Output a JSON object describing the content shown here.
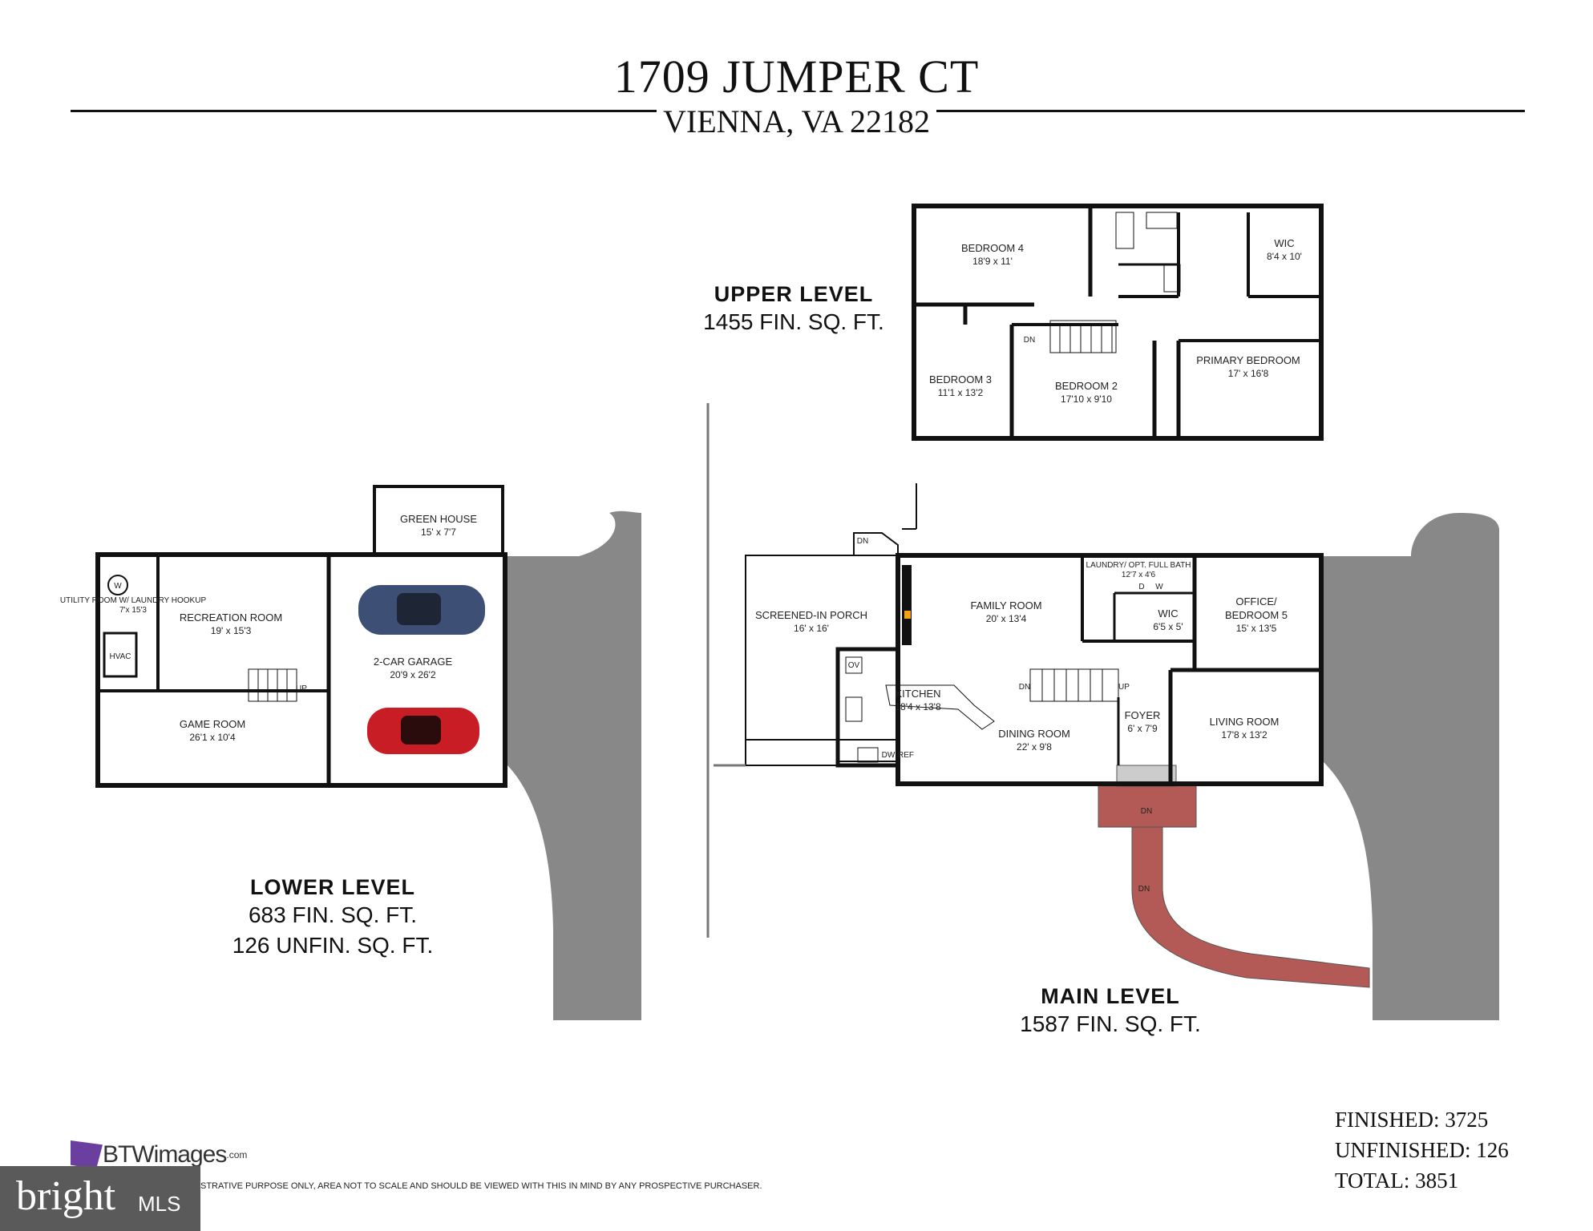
{
  "header": {
    "title": "1709 JUMPER CT",
    "subtitle": "VIENNA, VA 22182"
  },
  "levels": {
    "upper": {
      "name": "UPPER LEVEL",
      "fin": "1455 FIN. SQ. FT."
    },
    "lower": {
      "name": "LOWER LEVEL",
      "fin": "683 FIN. SQ. FT.",
      "unfin": "126 UNFIN. SQ. FT."
    },
    "main": {
      "name": "MAIN LEVEL",
      "fin": "1587 FIN. SQ. FT."
    }
  },
  "rooms": {
    "bedroom4": {
      "name": "BEDROOM 4",
      "dim": "18'9 x 11'"
    },
    "wic_upper": {
      "name": "WIC",
      "dim": "8'4 x 10'"
    },
    "primary": {
      "name": "PRIMARY BEDROOM",
      "dim": "17' x 16'8"
    },
    "bedroom3": {
      "name": "BEDROOM 3",
      "dim": "11'1 x 13'2"
    },
    "bedroom2": {
      "name": "BEDROOM 2",
      "dim": "17'10 x 9'10"
    },
    "greenhouse": {
      "name": "GREEN HOUSE",
      "dim": "15' x 7'7"
    },
    "utility": {
      "name": "UTILITY ROOM W/ LAUNDRY HOOKUP",
      "dim": "7'x 15'3"
    },
    "recreation": {
      "name": "RECREATION ROOM",
      "dim": "19' x 15'3"
    },
    "garage": {
      "name": "2-CAR GARAGE",
      "dim": "20'9 x 26'2"
    },
    "gameroom": {
      "name": "GAME ROOM",
      "dim": "26'1 x 10'4"
    },
    "porch": {
      "name": "SCREENED-IN PORCH",
      "dim": "16' x 16'"
    },
    "family": {
      "name": "FAMILY ROOM",
      "dim": "20' x 13'4"
    },
    "laundry": {
      "name": "LAUNDRY/ OPT. FULL BATH",
      "dim": "12'7 x 4'6"
    },
    "wic_main": {
      "name": "WIC",
      "dim": "6'5 x 5'"
    },
    "office": {
      "name": "OFFICE/",
      "name2": "BEDROOM 5",
      "dim": "15' x 13'5"
    },
    "kitchen": {
      "name": "KITCHEN",
      "dim": "18'4 x 13'8"
    },
    "dining": {
      "name": "DINING ROOM",
      "dim": "22' x 9'8"
    },
    "foyer": {
      "name": "FOYER",
      "dim": "6' x 7'9"
    },
    "living": {
      "name": "LIVING ROOM",
      "dim": "17'8 x 13'2"
    }
  },
  "labels": {
    "dn": "DN",
    "up": "UP",
    "hvac": "HVAC",
    "w": "W",
    "d": "D",
    "ov": "OV",
    "dw": "DW",
    "ref": "REF"
  },
  "totals": {
    "finished": "FINISHED: 3725",
    "unfinished": "UNFINISHED: 126",
    "total": "TOTAL: 3851"
  },
  "footer": {
    "logo": "BTWimages",
    "logo_suffix": ".com",
    "disclaimer": "STRATIVE PURPOSE ONLY, AREA NOT TO SCALE AND SHOULD BE VIEWED WITH THIS IN MIND BY ANY PROSPECTIVE PURCHASER.",
    "mls_bright": "bright",
    "mls_text": "MLS"
  },
  "colors": {
    "driveway": "#888888",
    "brick": "#b35a57",
    "walls": "#111111",
    "car1": "#3d4f74",
    "car2": "#c81d25"
  }
}
